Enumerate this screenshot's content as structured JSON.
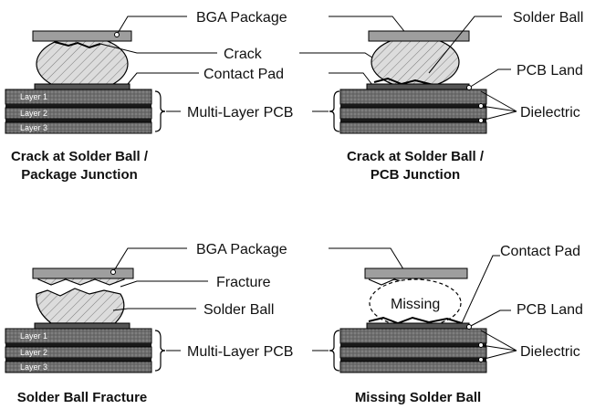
{
  "diagrams": [
    {
      "caption_line1": "Crack at Solder Ball /",
      "caption_line2": "Package Junction",
      "labels": {
        "bga": "BGA Package",
        "crack": "Crack",
        "contact_pad": "Contact Pad",
        "pcb": "Multi-Layer PCB"
      },
      "layers": [
        "Layer 1",
        "Layer 2",
        "Layer 3"
      ]
    },
    {
      "caption_line1": "Crack at Solder Ball /",
      "caption_line2": "PCB Junction",
      "labels": {
        "solder_ball": "Solder Ball",
        "pcb_land": "PCB Land",
        "dielectric": "Dielectric"
      }
    },
    {
      "caption_line1": "Solder Ball Fracture",
      "labels": {
        "bga": "BGA Package",
        "fracture": "Fracture",
        "solder_ball": "Solder Ball",
        "pcb": "Multi-Layer PCB"
      },
      "layers": [
        "Layer 1",
        "Layer 2",
        "Layer 3"
      ]
    },
    {
      "caption_line1": "Missing Solder Ball",
      "labels": {
        "contact_pad": "Contact Pad",
        "missing": "Missing",
        "pcb_land": "PCB Land",
        "dielectric": "Dielectric"
      }
    }
  ],
  "colors": {
    "package": "#9e9e9e",
    "ball_fill": "#d9d9d9",
    "pcb_dark": "#5a5a5a",
    "pcb_light": "#8a8a8a",
    "stripe": "#1a1a1a",
    "line": "#000000"
  }
}
